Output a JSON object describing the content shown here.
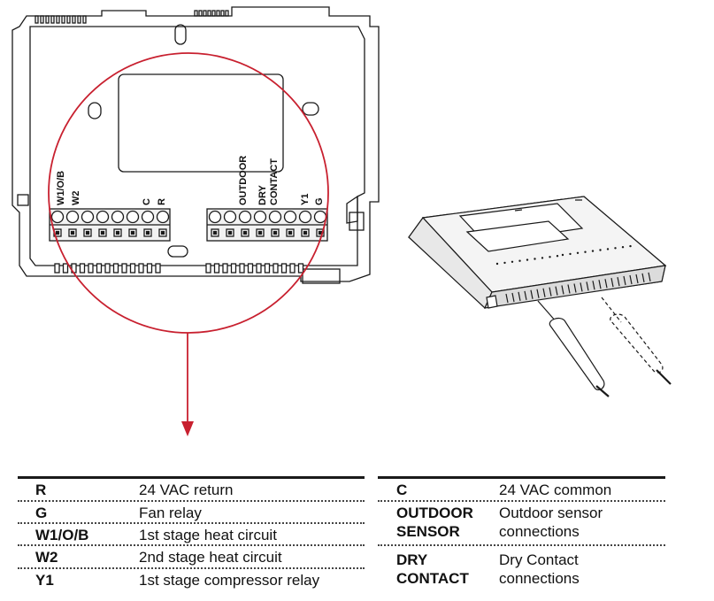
{
  "terminal_labels": {
    "w1ob": "W1/O/B",
    "w2": "W2",
    "c": "C",
    "r": "R",
    "outdoor": "OUTDOOR",
    "dry": "DRY",
    "contact": "CONTACT",
    "y1": "Y1",
    "g": "G"
  },
  "legend": {
    "left": [
      {
        "code": "R",
        "desc": "24 VAC return"
      },
      {
        "code": "G",
        "desc": "Fan relay"
      },
      {
        "code": "W1/O/B",
        "desc": "1st stage heat circuit"
      },
      {
        "code": "W2",
        "desc": "2nd stage heat circuit"
      },
      {
        "code": "Y1",
        "desc": "1st stage compressor relay"
      }
    ],
    "right": [
      {
        "code": [
          "C"
        ],
        "desc": [
          "24 VAC common"
        ]
      },
      {
        "code": [
          "OUTDOOR",
          "SENSOR"
        ],
        "desc": [
          "Outdoor sensor",
          "connections"
        ]
      },
      {
        "code": [
          "DRY",
          "CONTACT"
        ],
        "desc": [
          "Dry Contact",
          "connections"
        ]
      }
    ]
  },
  "colors": {
    "line": "#1a1a1a",
    "highlight_circle": "#c8202f",
    "arrow": "#c8202f",
    "terminal_block": "#f2f2f2"
  }
}
